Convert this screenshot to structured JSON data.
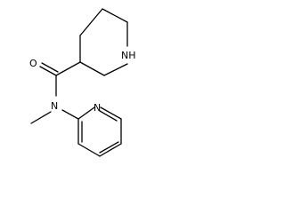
{
  "molecule": {
    "atoms": {
      "amine_nh": "NH",
      "carbonyl_o": "O",
      "amide_n": "N",
      "pyridine_n": "N"
    },
    "colors": {
      "bond": "#000000",
      "label": "#000000",
      "background": "#ffffff"
    }
  }
}
